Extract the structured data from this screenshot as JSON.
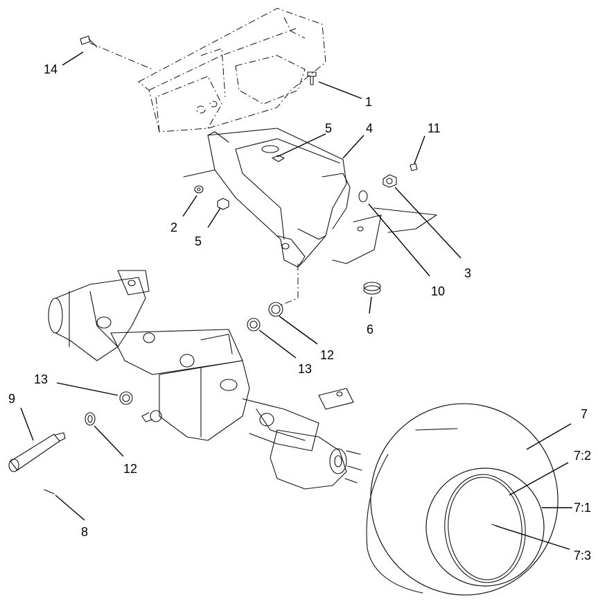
{
  "callouts": [
    {
      "id": "c14",
      "text": "14"
    },
    {
      "id": "c1",
      "text": "1"
    },
    {
      "id": "c5a",
      "text": "5"
    },
    {
      "id": "c4",
      "text": "4"
    },
    {
      "id": "c11",
      "text": "11"
    },
    {
      "id": "c2",
      "text": "2"
    },
    {
      "id": "c5b",
      "text": "5"
    },
    {
      "id": "c3",
      "text": "3"
    },
    {
      "id": "c10",
      "text": "10"
    },
    {
      "id": "c6",
      "text": "6"
    },
    {
      "id": "c12a",
      "text": "12"
    },
    {
      "id": "c13a",
      "text": "13"
    },
    {
      "id": "c13b",
      "text": "13"
    },
    {
      "id": "c9",
      "text": "9"
    },
    {
      "id": "c12b",
      "text": "12"
    },
    {
      "id": "c8",
      "text": "8"
    },
    {
      "id": "c7",
      "text": "7"
    },
    {
      "id": "c72",
      "text": "7:2"
    },
    {
      "id": "c71",
      "text": "7:1"
    },
    {
      "id": "c73",
      "text": "7:3"
    }
  ]
}
